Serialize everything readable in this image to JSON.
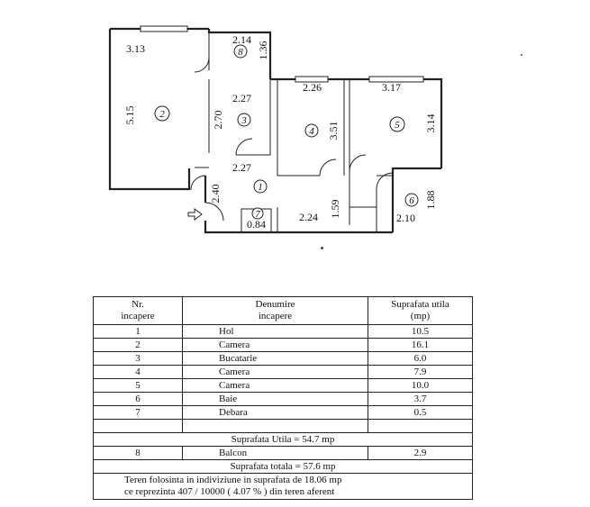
{
  "plan": {
    "dimensions": {
      "r2_width": "3.13",
      "r2_height": "5.15",
      "r8_width": "2.14",
      "r8_height": "1.36",
      "r3_width": "2.27",
      "r3_height": "2.70",
      "hall_width": "2.27",
      "hall_height": "2.40",
      "r4_width": "2.26",
      "r4_height": "3.51",
      "r5_width": "3.17",
      "r5_height": "3.14",
      "r7_width": "0.84",
      "corr_width": "2.24",
      "corr_height": "1.59",
      "r6_width": "2.10",
      "r6_height": "1.88"
    },
    "room_numbers": {
      "r1": "1",
      "r2": "2",
      "r3": "3",
      "r4": "4",
      "r5": "5",
      "r6": "6",
      "r7": "7",
      "r8": "8"
    },
    "entrance_icon": "entrance-arrow-icon"
  },
  "table": {
    "header": {
      "nr_line1": "Nr.",
      "nr_line2": "incapere",
      "name_line1": "Denumire",
      "name_line2": "incapere",
      "area_line1": "Suprafata utila",
      "area_line2": "(mp)"
    },
    "rows": [
      {
        "nr": "1",
        "name": "Hol",
        "area": "10.5"
      },
      {
        "nr": "2",
        "name": "Camera",
        "area": "16.1"
      },
      {
        "nr": "3",
        "name": "Bucatarie",
        "area": "6.0"
      },
      {
        "nr": "4",
        "name": "Camera",
        "area": "7.9"
      },
      {
        "nr": "5",
        "name": "Camera",
        "area": "10.0"
      },
      {
        "nr": "6",
        "name": "Baie",
        "area": "3.7"
      },
      {
        "nr": "7",
        "name": "Debara",
        "area": "0.5"
      }
    ],
    "useful_total": "Suprafata Utila = 54.7 mp",
    "balcony": {
      "nr": "8",
      "name": "Balcon",
      "area": "2.9"
    },
    "grand_total": "Suprafata totala = 57.6 mp",
    "note_line1": "Teren folosinta in indiviziune in suprafata de 18.06 mp",
    "note_line2": "ce reprezinta 407 / 10000 ( 4.07 % ) din teren aferent"
  }
}
